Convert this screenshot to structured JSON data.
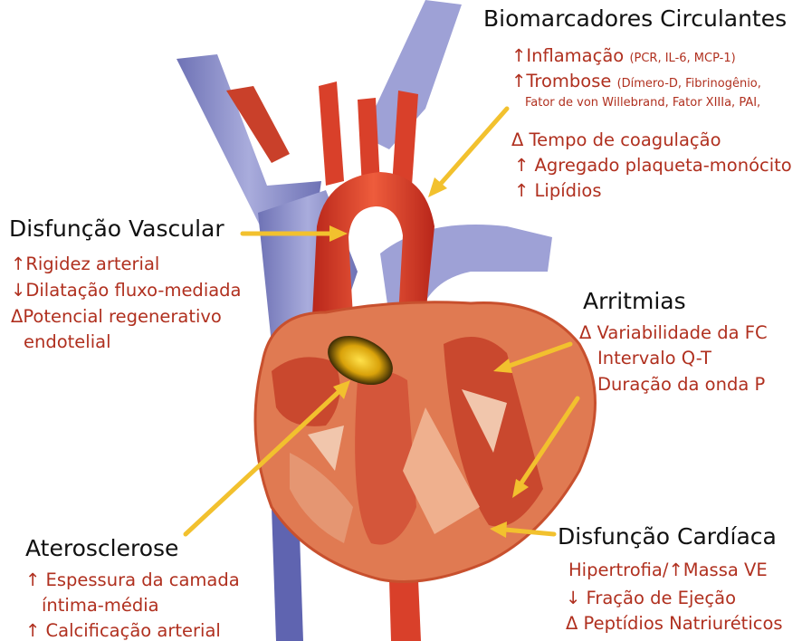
{
  "colors": {
    "title_text": "#111111",
    "item_text": "#b0301f",
    "arrow": "#f2c12e",
    "heart_muscle": "#e07a52",
    "heart_inner": "#c9482e",
    "artery": "#d9402a",
    "vein": "#8b8fc9"
  },
  "biomarkers": {
    "title": "Biomarcadores Circulantes",
    "inflamacao": {
      "arrow": "↑",
      "label": "Inflamação",
      "detail": "(PCR, IL-6, MCP-1)"
    },
    "trombose": {
      "arrow": "↑",
      "label": "Trombose",
      "detail": "(Dímero-D, Fibrinogênio,",
      "detail2": "Fator de von Willebrand, Fator XIIIa, PAI,"
    },
    "coagulacao": "Δ Tempo de coagulação",
    "agregado": "↑ Agregado plaqueta-monócito",
    "lipidios": "↑ Lipídios"
  },
  "vascular": {
    "title": "Disfunção Vascular",
    "items": [
      "↑Rigidez arterial",
      "↓Dilatação fluxo-mediada",
      "ΔPotencial regenerativo",
      "endotelial"
    ]
  },
  "arritmias": {
    "title": "Arritmias",
    "items": [
      "Δ Variabilidade da FC",
      "Intervalo Q-T",
      "Duração da onda P"
    ]
  },
  "aterosclerose": {
    "title": "Aterosclerose",
    "items": [
      "↑ Espessura da camada",
      "íntima-média",
      "↑ Calcificação arterial"
    ]
  },
  "cardiaca": {
    "title": "Disfunção Cardíaca",
    "items": [
      "Hipertrofia/↑Massa VE",
      "↓ Fração de Ejeção",
      "Δ Peptídios Natriuréticos"
    ]
  }
}
